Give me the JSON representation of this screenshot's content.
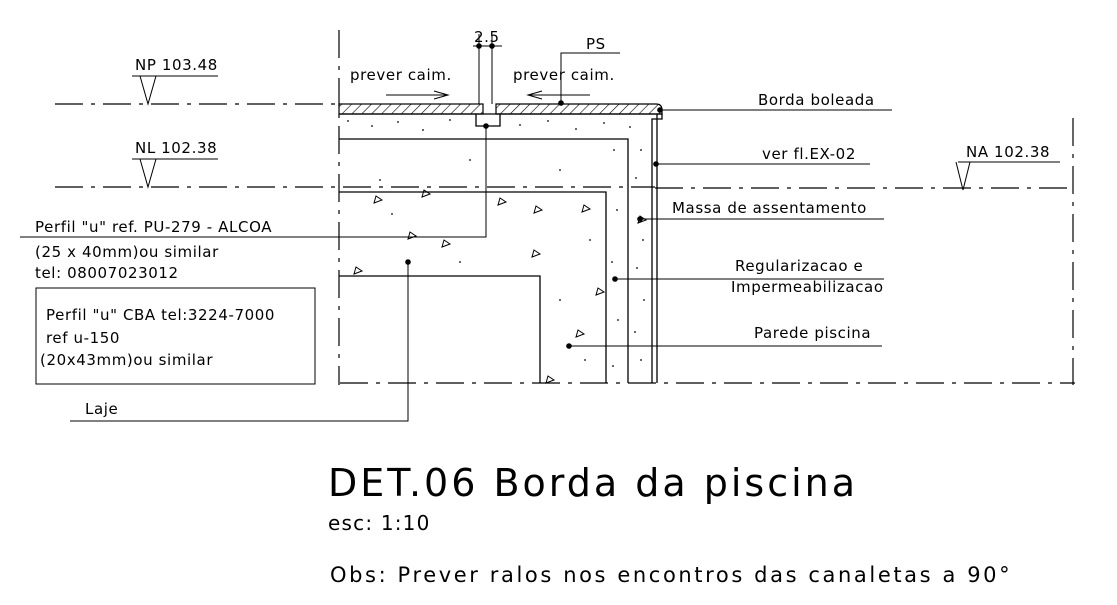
{
  "levels": {
    "np": "NP 103.48",
    "nl": "NL 102.38",
    "na": "NA 102.38"
  },
  "dimension": "2.5",
  "labels": {
    "ps": "PS",
    "prever_left": "prever caim.",
    "prever_right": "prever caim.",
    "borda_boleada": "Borda boleada",
    "ver_fl": "ver fl.EX-02",
    "massa": "Massa de assentamento",
    "regularizacao_1": "Regularizacao e",
    "regularizacao_2": "Impermeabilizacao",
    "parede": "Parede piscina",
    "laje": "Laje"
  },
  "perfil_pu": {
    "line1": "Perfil \"u\" ref. PU-279 - ALCOA",
    "line2": "(25 x 40mm)ou similar",
    "line3": "tel: 08007023012"
  },
  "perfil_cba": {
    "line1": "Perfil \"u\" CBA tel:3224-7000",
    "line2": "ref u-150",
    "line3": "(20x43mm)ou similar"
  },
  "title": "DET.06 Borda da piscina",
  "scale": "esc: 1:10",
  "obs": "Obs: Prever ralos nos encontros das canaletas a 90°"
}
